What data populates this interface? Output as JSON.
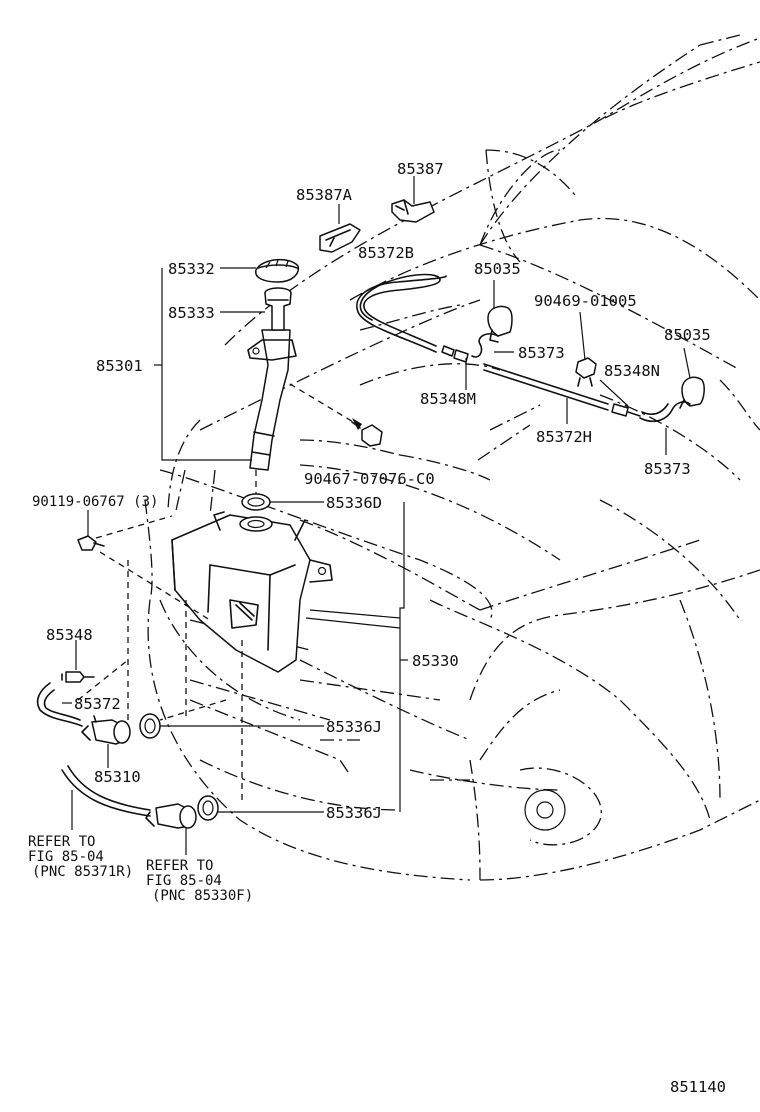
{
  "labels": {
    "p85387": "85387",
    "p85387a": "85387A",
    "p85372b": "85372B",
    "p85035_top": "85035",
    "p85332": "85332",
    "p90469": "90469-01005",
    "p85333": "85333",
    "p85035_right": "85035",
    "p85301": "85301",
    "p85373_top": "85373",
    "p85348n": "85348N",
    "p85348m": "85348M",
    "p85372h": "85372H",
    "p90467": "90467-07076-C0",
    "p85373_right": "85373",
    "p90119": "90119-06767 (3)",
    "p85336d": "85336D",
    "p85348": "85348",
    "p85330": "85330",
    "p85372": "85372",
    "p85336j_1": "85336J",
    "p85310": "85310",
    "p85336j_2": "85336J"
  },
  "refer_notes": {
    "left": {
      "line1": "REFER TO",
      "line2": "FIG 85-04",
      "line3": "(PNC 85371R)"
    },
    "right": {
      "line1": "REFER TO",
      "line2": "FIG 85-04",
      "line3": "(PNC 85330F)"
    }
  },
  "figure_id": "851140"
}
